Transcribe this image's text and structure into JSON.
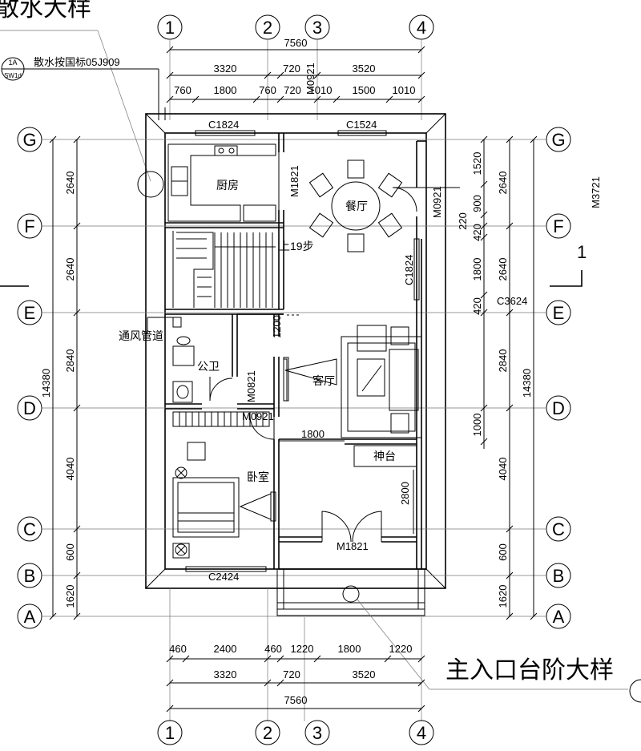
{
  "titles": {
    "top_detail": "散水大样",
    "entrance_detail": "主入口台阶大样",
    "ref_tag_top": "1A",
    "ref_tag_bottom": "SW1d",
    "apron_note": "散水按国标05J909",
    "section_mark": "1"
  },
  "axes": {
    "vertical": [
      "1",
      "2",
      "3",
      "4"
    ],
    "horizontal": [
      "G",
      "F",
      "E",
      "D",
      "C",
      "B",
      "A"
    ]
  },
  "rooms": {
    "kitchen": "厨房",
    "dining": "餐厅",
    "stairs": "上19步",
    "vent": "通风管道",
    "toilet": "公卫",
    "living": "客厅",
    "bedroom": "卧室",
    "altar": "神台"
  },
  "openings": {
    "w_kitchen": "C1824",
    "w_dining": "C1524",
    "w_east": "C1824",
    "w_living_east": "C3624",
    "w_bedroom": "C2424",
    "d_kitchen": "M1821",
    "d_top": "M0921",
    "d_side": "M0921",
    "d_toilet": "M0821",
    "d_bedroom": "M0921",
    "d_entrance": "M1821",
    "d_far": "M3721"
  },
  "dims": {
    "top_total": "7560",
    "top_mid": [
      "3320",
      "720",
      "3520"
    ],
    "top_detail": [
      "760",
      "1800",
      "760",
      "720",
      "1010",
      "1500",
      "1010"
    ],
    "bottom_detail": [
      "460",
      "2400",
      "460",
      "1220",
      "1800",
      "1220"
    ],
    "bottom_mid": [
      "3320",
      "720",
      "3520"
    ],
    "bottom_total": "7560",
    "left_mid": [
      "2640",
      "2640",
      "2840",
      "4040",
      "600",
      "1620"
    ],
    "left_total": "14380",
    "right_mid": [
      "2640",
      "2640",
      "2840",
      "4040",
      "600",
      "1620"
    ],
    "right_total": "14380",
    "right_detail": [
      "1520",
      "900",
      "220",
      "420",
      "1800",
      "420",
      "1000"
    ],
    "inner": [
      "1200",
      "1800",
      "2800"
    ]
  }
}
